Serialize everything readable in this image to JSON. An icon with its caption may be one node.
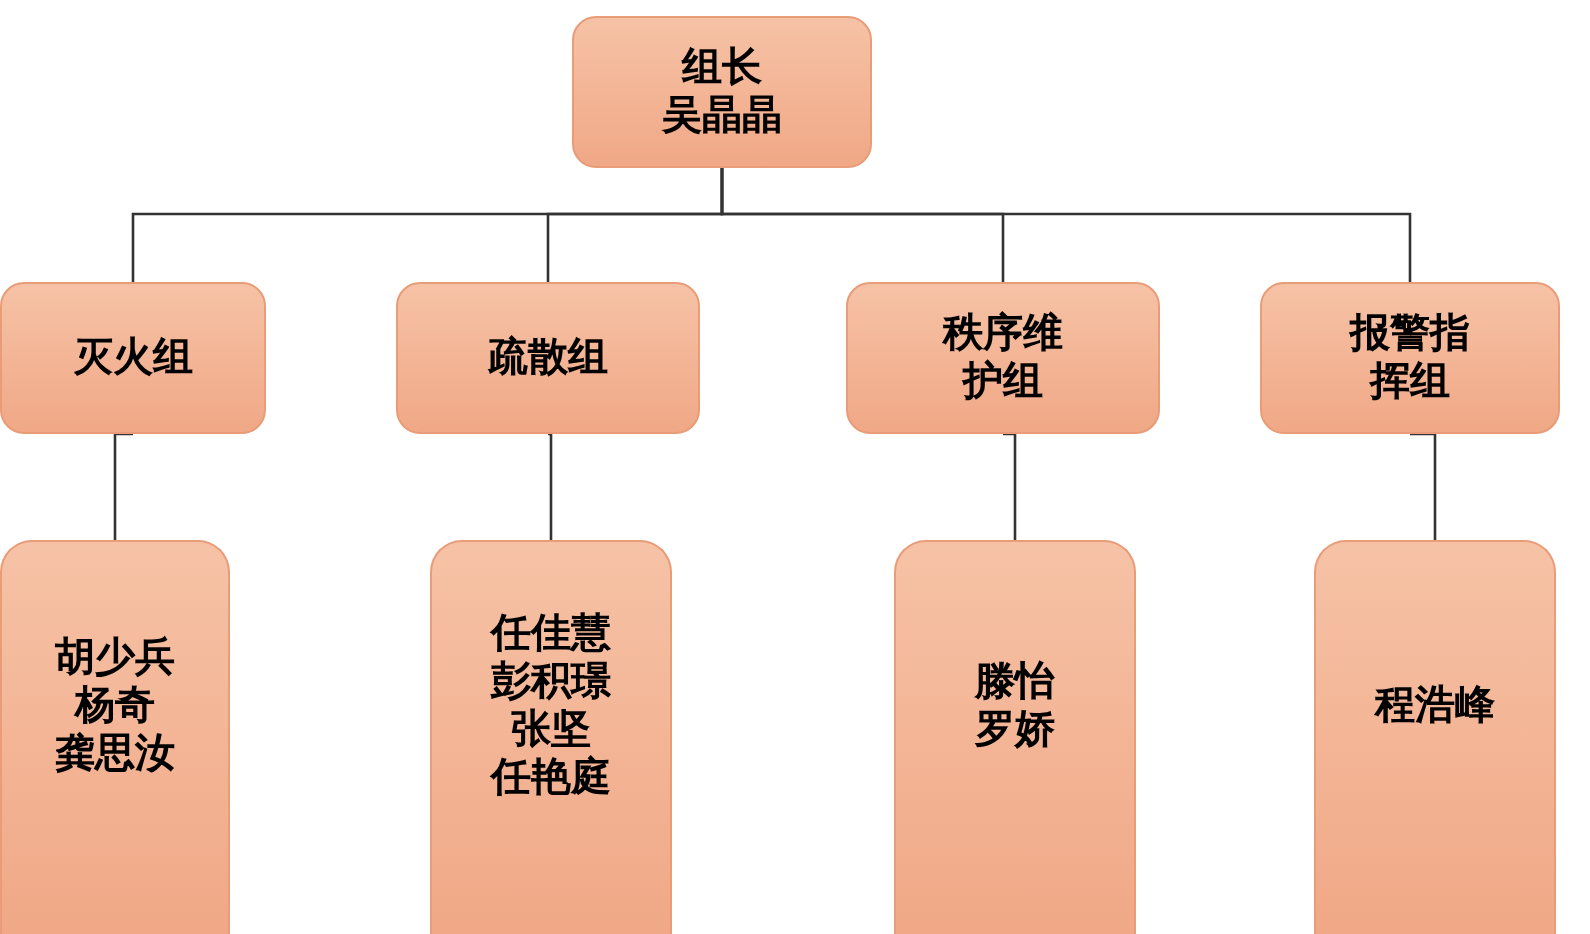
{
  "diagram": {
    "nodes": [
      {
        "text": [
          "组长",
          "吴晶晶"
        ]
      },
      {
        "text": [
          "灭火组"
        ]
      },
      {
        "text": [
          "疏散组"
        ]
      },
      {
        "text": [
          "秩序维护组"
        ]
      },
      {
        "text": [
          "报警指挥组"
        ]
      },
      {
        "text": [
          "胡少兵",
          "杨奇",
          "龚思汝"
        ]
      },
      {
        "text": [
          "任佳慧",
          "彭积璟",
          "张坚",
          "任艳庭"
        ]
      },
      {
        "text": [
          "滕怡",
          "罗娇"
        ]
      },
      {
        "text": [
          "程浩峰"
        ]
      }
    ],
    "edges": [
      {
        "from": 0,
        "to": 1,
        "arrow": "none"
      },
      {
        "from": 0,
        "to": 2,
        "arrow": "none"
      },
      {
        "from": 0,
        "to": 3,
        "arrow": "none"
      },
      {
        "from": 0,
        "to": 4,
        "arrow": "none"
      },
      {
        "from": 1,
        "to": 5,
        "arrow": "none"
      },
      {
        "from": 2,
        "to": 6,
        "arrow": "none"
      },
      {
        "from": 3,
        "to": 7,
        "arrow": "none"
      },
      {
        "from": 4,
        "to": 8,
        "arrow": "none"
      }
    ]
  }
}
